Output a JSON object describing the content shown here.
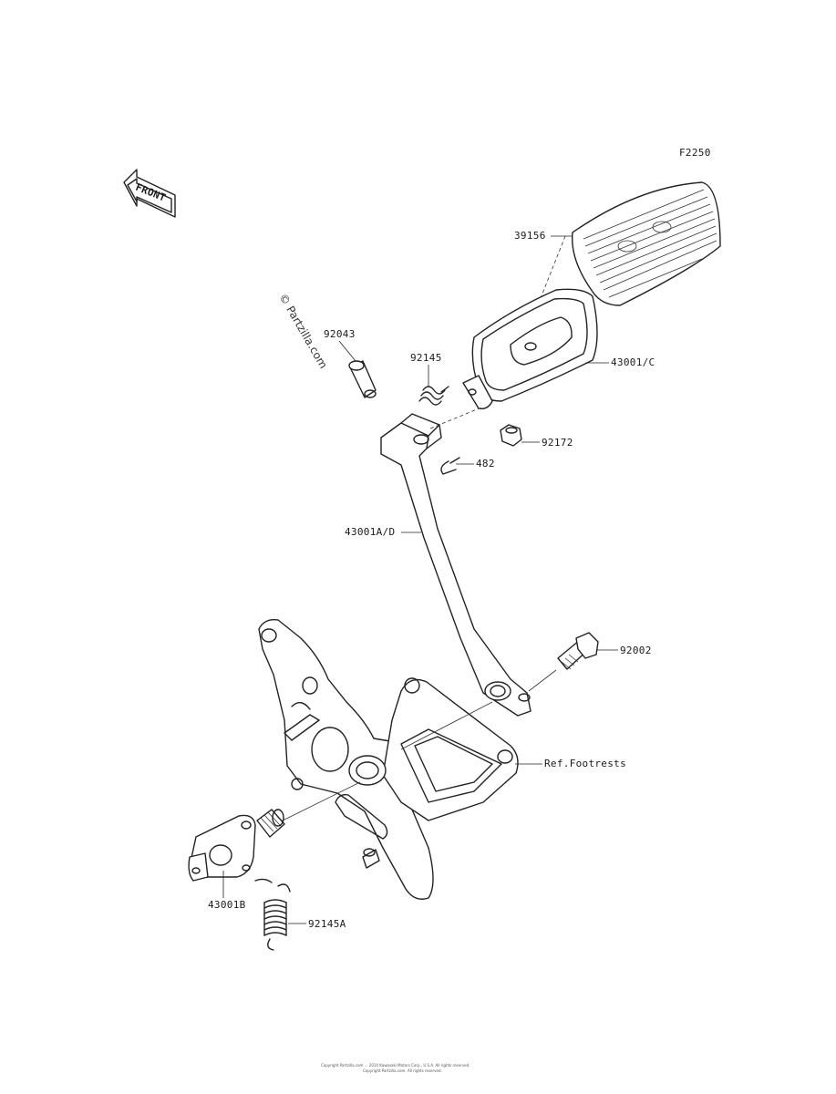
{
  "diagram_code": "F2250",
  "front_label": "FRONT",
  "watermark": "© Partzilla.com",
  "parts": {
    "p39156": "39156",
    "p92043": "92043",
    "p92145": "92145",
    "p43001c": "43001/C",
    "p92172": "92172",
    "p482": "482",
    "p43001ad": "43001A/D",
    "p92002": "92002",
    "ref_footrests": "Ref.Footrests",
    "p43001b": "43001B",
    "p92145a": "92145A"
  },
  "footer": {
    "line1": "Copyright Partzilla.com ... 2014 Kawasaki Motors Corp., U.S.A. All rights reserved.",
    "line2": "Copyright Partzilla.com. All rights reserved."
  }
}
